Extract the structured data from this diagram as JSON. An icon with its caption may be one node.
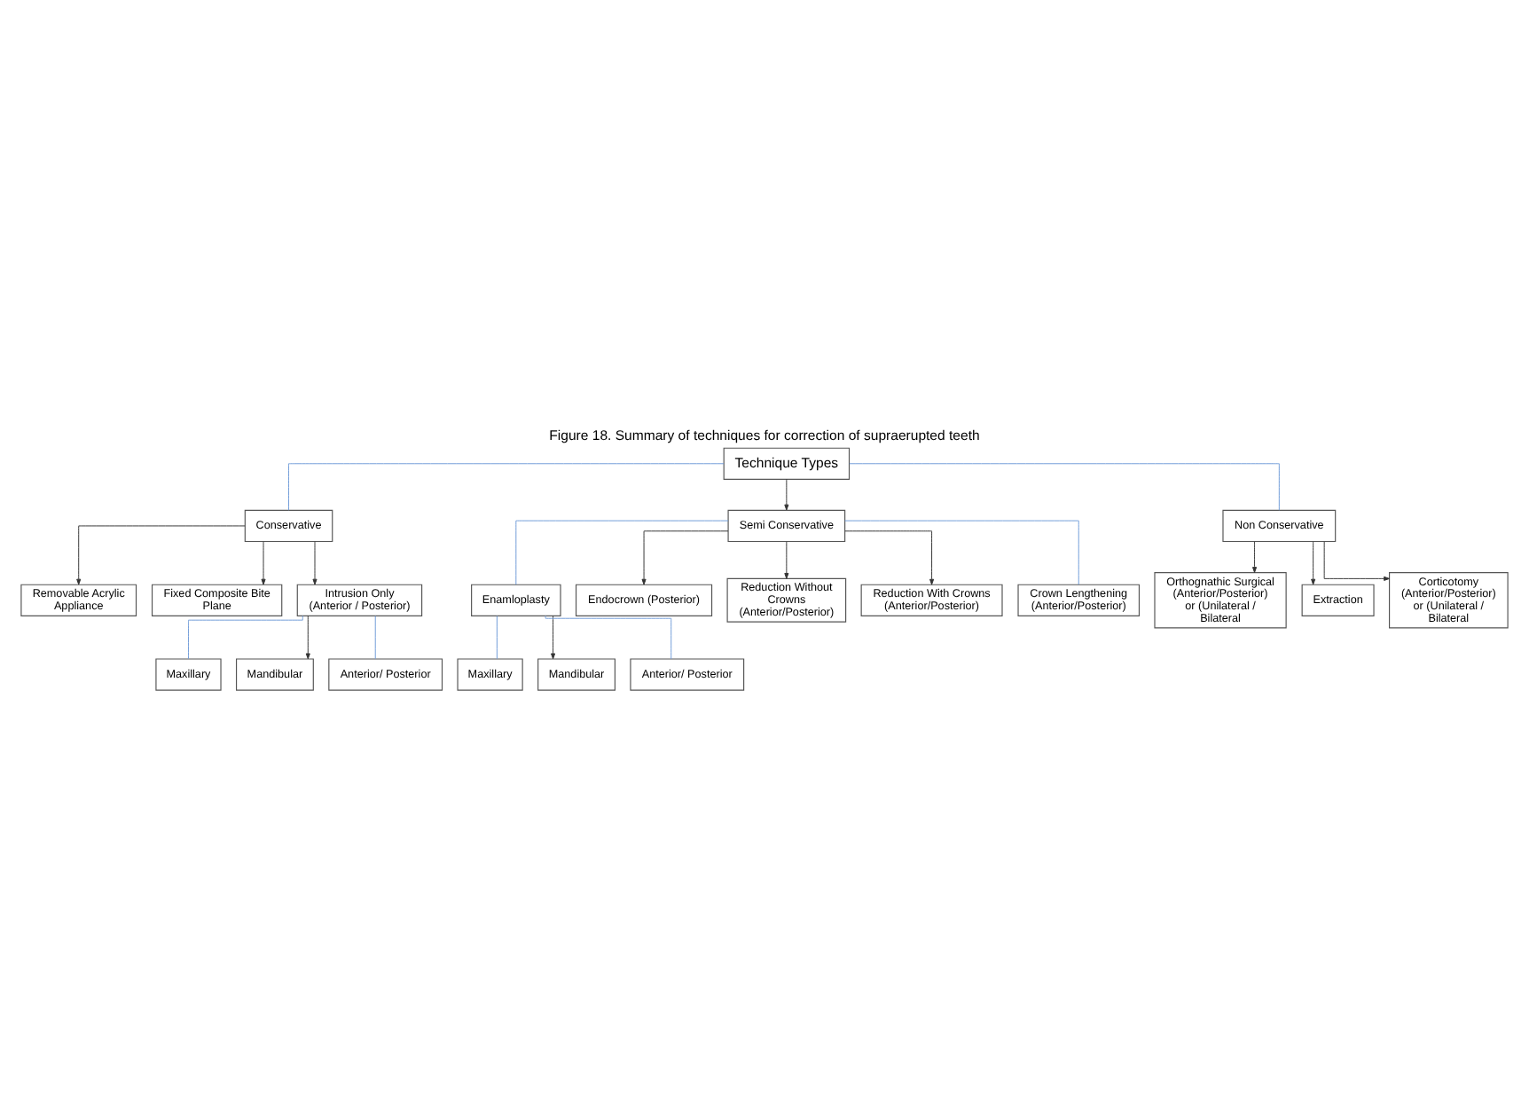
{
  "diagram": {
    "title": "Figure 18. Summary of techniques for correction of supraerupted teeth",
    "nodes": [
      {
        "text": [
          "Technique Types"
        ]
      },
      {
        "text": [
          "Conservative"
        ]
      },
      {
        "text": [
          "Semi Conservative"
        ]
      },
      {
        "text": [
          "Non Conservative"
        ]
      },
      {
        "text": [
          "Removable Acrylic Appliance"
        ]
      },
      {
        "text": [
          "Fixed Composite Bite Plane"
        ]
      },
      {
        "text": [
          "Intrusion Only (Anterior / Posterior)"
        ]
      },
      {
        "text": [
          "Maxillary"
        ]
      },
      {
        "text": [
          "Mandibular"
        ]
      },
      {
        "text": [
          "Anterior/ Posterior"
        ]
      },
      {
        "text": [
          "Orthognathic Surgical (Anterior/Posterior) or (Unilateral / Bilateral"
        ]
      },
      {
        "text": [
          "Extraction"
        ]
      },
      {
        "text": [
          "Corticotomy (Anterior/Posterior) or (Unilateral / Bilateral"
        ]
      },
      {
        "text": [
          "Enamloplasty"
        ]
      },
      {
        "text": [
          "Endocrown (Posterior)"
        ]
      },
      {
        "text": [
          "Reduction Without Crowns",
          "(Anterior/Posterior)"
        ]
      },
      {
        "text": [
          "Reduction With Crowns",
          "(Anterior/Posterior)"
        ]
      },
      {
        "text": [
          "Crown Lengthening",
          "(Anterior/Posterior)"
        ]
      },
      {
        "text": [
          "Maxillary"
        ]
      },
      {
        "text": [
          "Mandibular"
        ]
      },
      {
        "text": [
          "Anterior/ Posterior"
        ]
      }
    ],
    "edges": [
      {
        "from": 0,
        "to": 1,
        "arrow": "none",
        "color": "#6f9bd8"
      },
      {
        "from": 0,
        "to": 2,
        "arrow": "to"
      },
      {
        "from": 0,
        "to": 3,
        "arrow": "none",
        "color": "#6f9bd8"
      },
      {
        "from": 1,
        "to": 4,
        "arrow": "to"
      },
      {
        "from": 1,
        "to": 5,
        "arrow": "to"
      },
      {
        "from": 1,
        "to": 6,
        "arrow": "to"
      },
      {
        "from": 6,
        "to": 7,
        "arrow": "none",
        "color": "#6f9bd8"
      },
      {
        "from": 6,
        "to": 8,
        "arrow": "to"
      },
      {
        "from": 6,
        "to": 9,
        "arrow": "none",
        "color": "#6f9bd8"
      },
      {
        "from": 3,
        "to": 10,
        "arrow": "to"
      },
      {
        "from": 3,
        "to": 11,
        "arrow": "to"
      },
      {
        "from": 3,
        "to": 12,
        "arrow": "to"
      },
      {
        "from": 2,
        "to": 13,
        "arrow": "none",
        "color": "#6f9bd8"
      },
      {
        "from": 2,
        "to": 14,
        "arrow": "to"
      },
      {
        "from": 2,
        "to": 15,
        "arrow": "to"
      },
      {
        "from": 2,
        "to": 16,
        "arrow": "to"
      },
      {
        "from": 2,
        "to": 17,
        "arrow": "none",
        "color": "#6f9bd8"
      },
      {
        "from": 13,
        "to": 18,
        "arrow": "none",
        "color": "#6f9bd8"
      },
      {
        "from": 13,
        "to": 19,
        "arrow": "to"
      },
      {
        "from": 13,
        "to": 20,
        "arrow": "none",
        "color": "#6f9bd8"
      }
    ]
  }
}
